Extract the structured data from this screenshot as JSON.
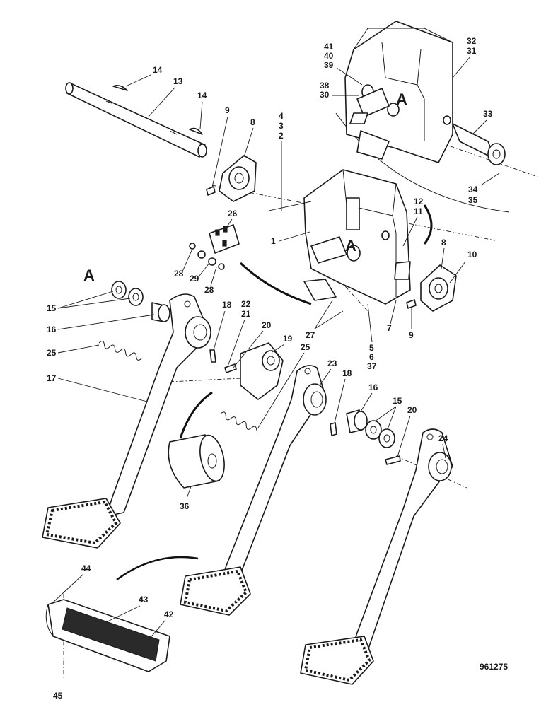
{
  "callouts": {
    "c1": "1",
    "c2": "2",
    "c3": "3",
    "c4": "4",
    "c5": "5",
    "c6": "6",
    "c7": "7",
    "c8a": "8",
    "c8b": "8",
    "c9a": "9",
    "c9b": "9",
    "c10": "10",
    "c11": "11",
    "c12": "12",
    "c13": "13",
    "c14a": "14",
    "c14b": "14",
    "c15a": "15",
    "c15b": "15",
    "c16a": "16",
    "c16b": "16",
    "c17": "17",
    "c18a": "18",
    "c18b": "18",
    "c19": "19",
    "c20a": "20",
    "c20b": "20",
    "c21": "21",
    "c22": "22",
    "c23": "23",
    "c24": "24",
    "c25a": "25",
    "c25b": "25",
    "c26": "26",
    "c27": "27",
    "c28a": "28",
    "c28b": "28",
    "c29": "29",
    "c30": "30",
    "c31": "31",
    "c32": "32",
    "c33": "33",
    "c34": "34",
    "c35": "35",
    "c36": "36",
    "c37": "37",
    "c38": "38",
    "c39": "39",
    "c40": "40",
    "c41": "41",
    "c42": "42",
    "c43": "43",
    "c44": "44",
    "c45": "45"
  },
  "view_marks": {
    "a_main": "A",
    "a_box_upper": "A",
    "a_box_lower": "A"
  },
  "drawing_ref": "961275"
}
